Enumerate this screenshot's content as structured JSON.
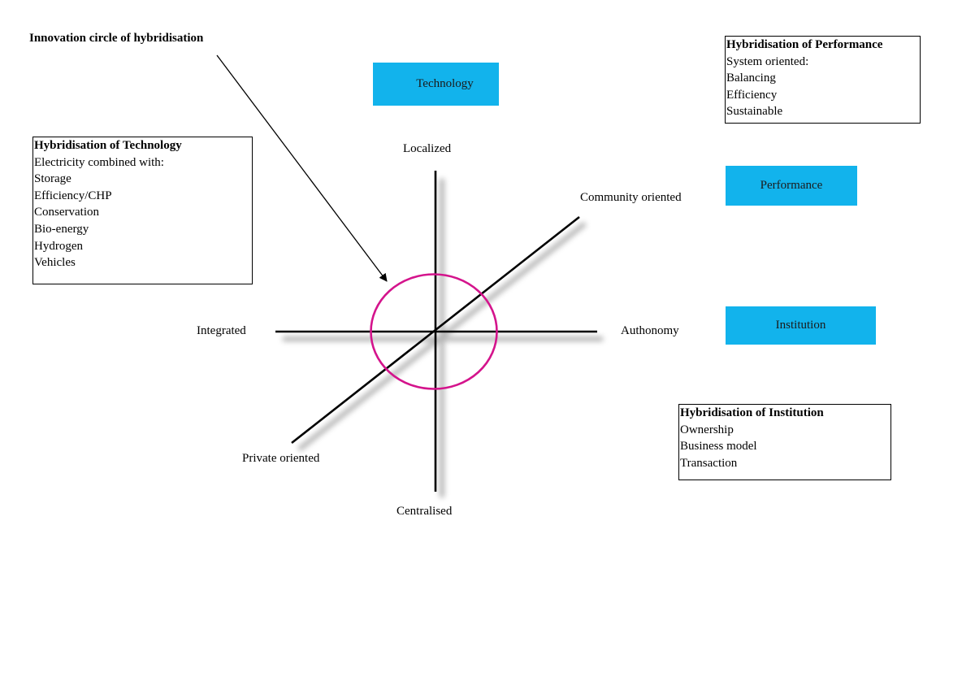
{
  "title": "Innovation circle of hybridisation",
  "axes": {
    "top": "Localized",
    "bottom": "Centralised",
    "left": "Integrated",
    "right": "Authonomy",
    "upper_right": "Community oriented",
    "lower_left": "Private oriented"
  },
  "dimensions": {
    "technology": "Technology",
    "performance": "Performance",
    "institution": "Institution"
  },
  "technology_box": {
    "heading": "Hybridisation of Technology",
    "items": [
      "Electricity combined with:",
      "Storage",
      "Efficiency/CHP",
      "Conservation",
      "Bio-energy",
      "Hydrogen",
      "Vehicles"
    ]
  },
  "performance_box": {
    "heading": "Hybridisation of Performance",
    "items": [
      "System oriented:",
      "Balancing",
      "Efficiency",
      "Sustainable"
    ]
  },
  "institution_box": {
    "heading": "Hybridisation of Institution",
    "items": [
      "Ownership",
      "Business model",
      "Transaction"
    ]
  },
  "colors": {
    "blue_box": "#12b3ec",
    "circle": "#d4148c",
    "axis": "#000000"
  }
}
